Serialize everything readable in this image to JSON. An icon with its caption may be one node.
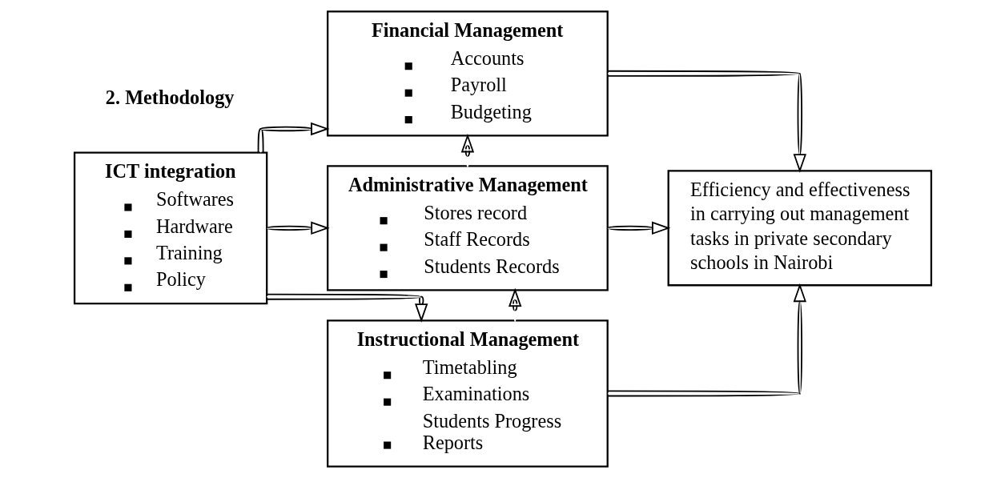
{
  "diagram": {
    "nodes": [
      {
        "text": [
          "ICT integration",
          "Softwares",
          "Hardware",
          "Training",
          "Policy"
        ]
      },
      {
        "text": [
          "Financial Management",
          "Accounts",
          "Payroll",
          "Budgeting"
        ]
      },
      {
        "text": [
          "Administrative Management",
          "Stores record",
          "Staff Records",
          "Students Records"
        ]
      },
      {
        "text": [
          "Instructional Management",
          "Timetabling",
          "Examinations",
          "Students Progress Reports"
        ]
      },
      {
        "text": [
          "Efficiency and effectiveness in carrying out management tasks in private secondary schools in Nairobi"
        ]
      }
    ],
    "edges": [
      {
        "from": 0,
        "to": 1,
        "arrow": "to"
      },
      {
        "from": 0,
        "to": 2,
        "arrow": "to"
      },
      {
        "from": 0,
        "to": 3,
        "arrow": "to"
      },
      {
        "from": 1,
        "to": 2,
        "arrow": "both"
      },
      {
        "from": 2,
        "to": 3,
        "arrow": "both"
      },
      {
        "from": 1,
        "to": 4,
        "arrow": "to"
      },
      {
        "from": 2,
        "to": 4,
        "arrow": "to"
      },
      {
        "from": 3,
        "to": 4,
        "arrow": "to"
      }
    ],
    "labels": [
      "2. Methodology"
    ]
  }
}
